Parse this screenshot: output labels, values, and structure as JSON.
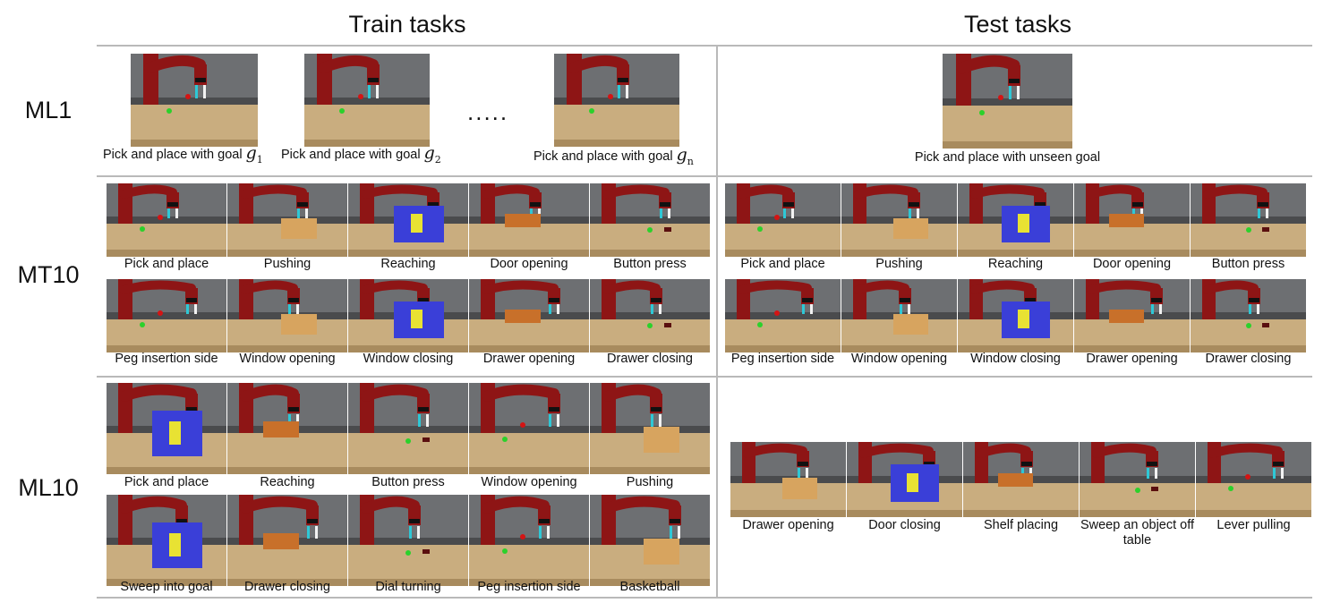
{
  "headers": {
    "train": "Train tasks",
    "test": "Test tasks"
  },
  "rows": {
    "ml1": "ML1",
    "mt10": "MT10",
    "ml10": "ML10"
  },
  "ml1": {
    "train_captions": [
      {
        "text": "Pick and place with goal ",
        "goal": "g",
        "sub": "1"
      },
      {
        "text": "Pick and place with goal ",
        "goal": "g",
        "sub": "2"
      },
      {
        "text": "Pick and place with goal ",
        "goal": "g",
        "sub": "n"
      }
    ],
    "ellipsis": ".....",
    "test_caption": "Pick and place with unseen goal"
  },
  "mt10": {
    "train": [
      "Pick and place",
      "Pushing",
      "Reaching",
      "Door opening",
      "Button press",
      "Peg insertion side",
      "Window opening",
      "Window closing",
      "Drawer opening",
      "Drawer closing"
    ],
    "test": [
      "Pick and place",
      "Pushing",
      "Reaching",
      "Door opening",
      "Button press",
      "Peg insertion side",
      "Window opening",
      "Window closing",
      "Drawer opening",
      "Drawer closing"
    ]
  },
  "ml10": {
    "train": [
      "Pick and place",
      "Reaching",
      "Button press",
      "Window opening",
      "Pushing",
      "Sweep into goal",
      "Drawer closing",
      "Dial turning",
      "Peg insertion side",
      "Basketball"
    ],
    "test": [
      "Drawer opening",
      "Door closing",
      "Shelf placing",
      "Sweep an object off table",
      "Lever pulling"
    ]
  },
  "colors": {
    "robot": "#8e1515",
    "table": "#c9ad7f",
    "background": "#6d6f72",
    "divider": "#b9b9b9"
  }
}
